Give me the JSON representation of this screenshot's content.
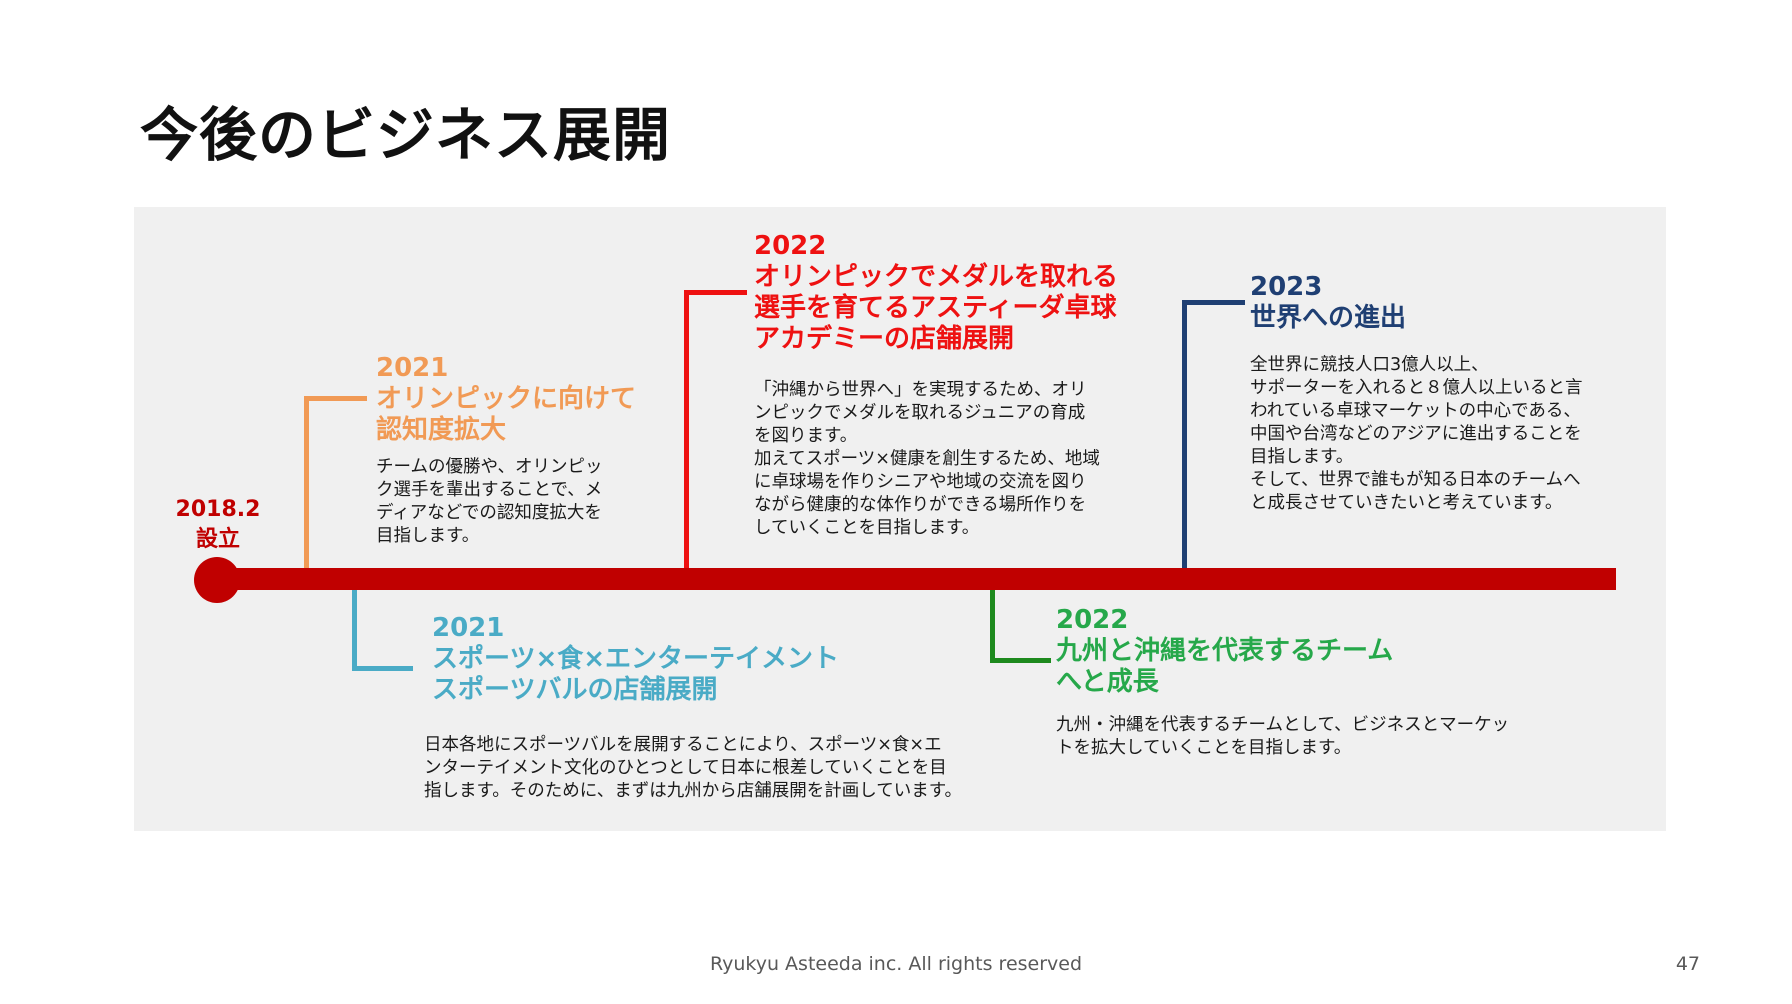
{
  "slide": {
    "title": "今後のビジネス展開",
    "footer": "Ryukyu Asteeda inc. All rights reserved",
    "page_number": "47"
  },
  "colors": {
    "axis": "#c00000",
    "orange": "#f19a55",
    "red": "#ee1111",
    "navy": "#1f3f73",
    "teal": "#4aabc6",
    "green": "#26a84a",
    "green_line": "#1e8a1e"
  },
  "timeline": {
    "origin": {
      "year": "2018.2",
      "label": "設立"
    },
    "events": [
      {
        "year": "2021",
        "heading": "オリンピックに向けて\n認知度拡大",
        "body": "チームの優勝や、オリンピッ\nク選手を輩出することで、メ\nディアなどでの認知度拡大を\n目指します。"
      },
      {
        "year": "2022",
        "heading": "オリンピックでメダルを取れる\n選手を育てるアスティーダ卓球\nアカデミーの店舗展開",
        "body": "「沖縄から世界へ」を実現するため、オリ\nンピックでメダルを取れるジュニアの育成\nを図ります。\n加えてスポーツ×健康を創生するため、地域\nに卓球場を作りシニアや地域の交流を図り\nながら健康的な体作りができる場所作りを\nしていくことを目指します。"
      },
      {
        "year": "2023",
        "heading": "世界への進出",
        "body": "全世界に競技人口3億人以上、\nサポーターを入れると８億人以上いると言\nわれている卓球マーケットの中心である、\n中国や台湾などのアジアに進出することを\n目指します。\nそして、世界で誰もが知る日本のチームへ\nと成長させていきたいと考えています。"
      },
      {
        "year": "2021",
        "heading": "スポーツ×食×エンターテイメント\nスポーツバルの店舗展開",
        "body": "日本各地にスポーツバルを展開することにより、スポーツ×食×エ\nンターテイメント文化のひとつとして日本に根差していくことを目\n指します。そのために、まずは九州から店舗展開を計画しています。"
      },
      {
        "year": "2022",
        "heading": "九州と沖縄を代表するチーム\nへと成長",
        "body": "九州・沖縄を代表するチームとして、ビジネスとマーケッ\nトを拡大していくことを目指します。"
      }
    ]
  }
}
